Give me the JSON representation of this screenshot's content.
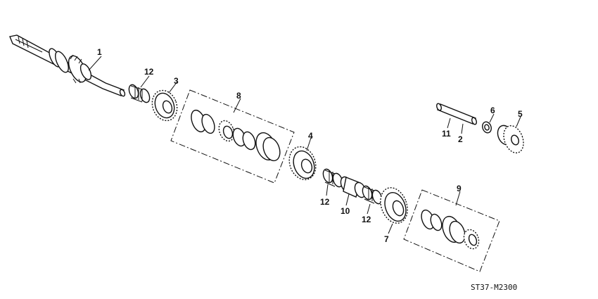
{
  "diagram": {
    "code": "ST37-M2300",
    "callouts": {
      "c1": "1",
      "c2": "2",
      "c3": "3",
      "c4": "4",
      "c5": "5",
      "c6": "6",
      "c7": "7",
      "c8": "8",
      "c9": "9",
      "c10": "10",
      "c11": "11",
      "c12a": "12",
      "c12b": "12",
      "c12c": "12"
    }
  }
}
